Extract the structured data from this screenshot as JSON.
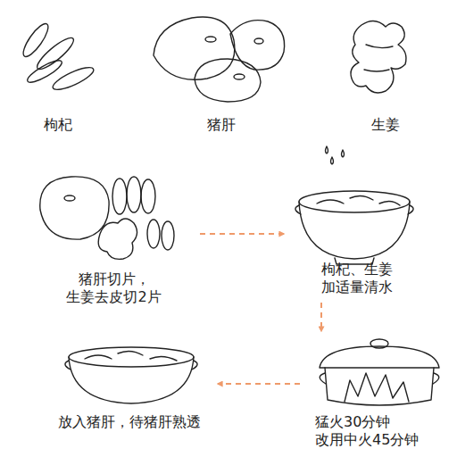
{
  "diagram": {
    "nodes": [
      {
        "text": [
          "猪肝切片， 生姜去皮切2片"
        ]
      },
      {
        "text": [
          "枸杞、生姜 加适量清水"
        ]
      },
      {
        "text": [
          "猛火30分钟 改用中火45分钟"
        ]
      },
      {
        "text": [
          "放入猪肝，待猪肝熟透"
        ]
      }
    ],
    "edges": [
      {
        "from": 0,
        "to": 1,
        "arrow": "to"
      },
      {
        "from": 1,
        "to": 2,
        "arrow": "to"
      },
      {
        "from": 2,
        "to": 3,
        "arrow": "to"
      }
    ],
    "labels": [
      "枸杞",
      "猪肝",
      "生姜"
    ]
  }
}
